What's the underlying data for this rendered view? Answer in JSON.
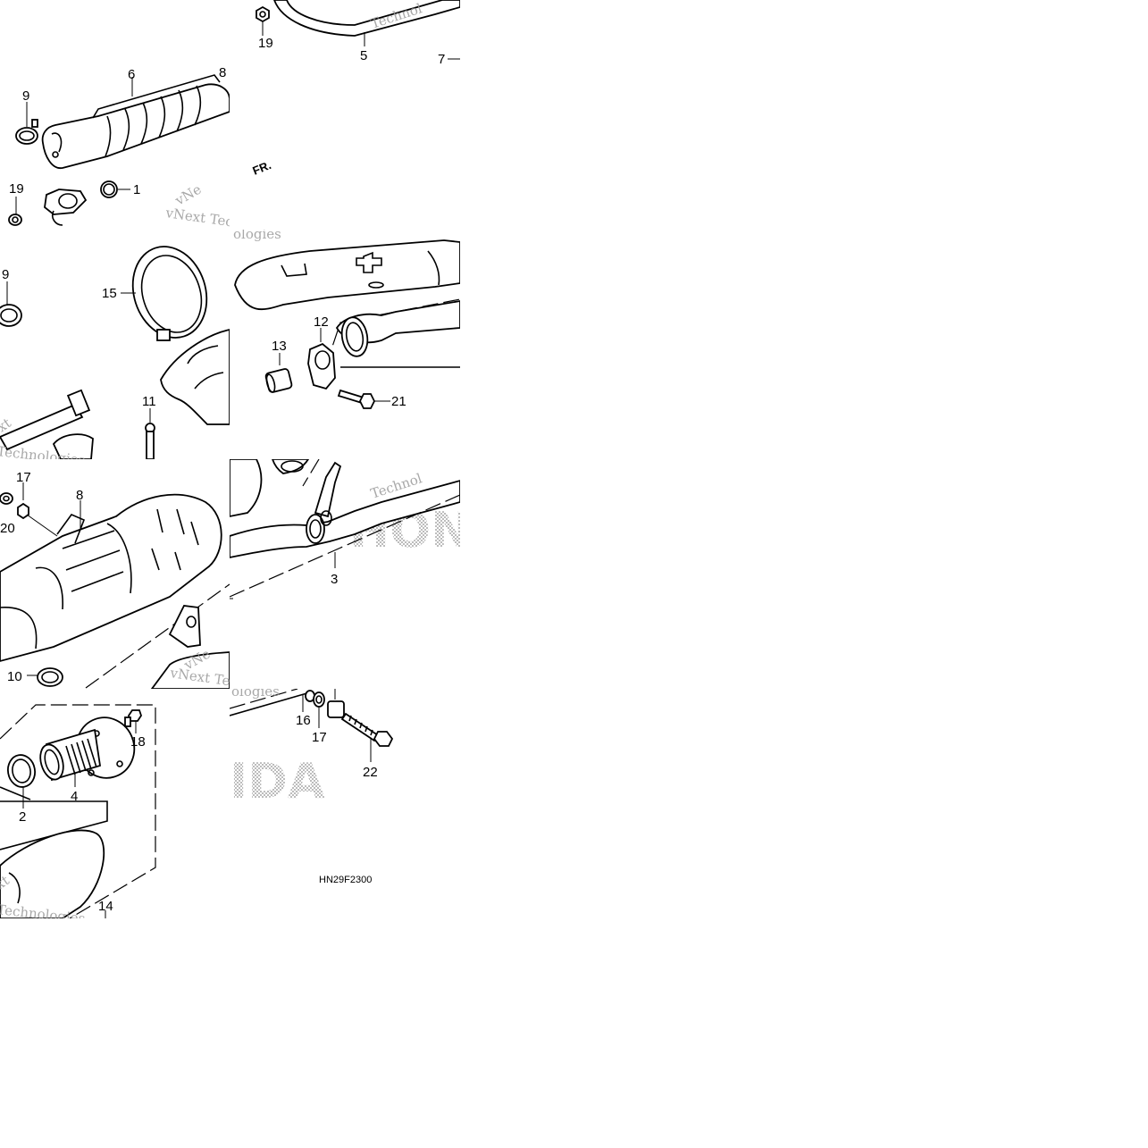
{
  "diagram": {
    "callouts": {
      "c19a": "19",
      "c5": "5",
      "c7": "7",
      "c6": "6",
      "c9a": "9",
      "c8a": "8",
      "c19b": "19",
      "c1": "1",
      "c9b": "9",
      "c15": "15",
      "c11": "11",
      "c12": "12",
      "c13": "13",
      "c21": "21",
      "c17a": "17",
      "c8b": "8",
      "c20": "20",
      "c10": "10",
      "c3": "3",
      "c18": "18",
      "c4": "4",
      "c2": "2",
      "c14": "14",
      "c16": "16",
      "c17b": "17",
      "c22": "22"
    },
    "direction_label": "FR.",
    "part_code": "HN29F2300",
    "watermarks": {
      "w1": "Technol",
      "w2": "vNext Tec",
      "w3": "vNe",
      "w4": "ologies",
      "w5": "ext",
      "w6": "Technologies",
      "w7": "vNext Tec",
      "w8": "vNe",
      "w9": "Technol",
      "w10": "ologies",
      "w11": "ext",
      "w12": "Technologies"
    },
    "brand_text": {
      "b1": "HON",
      "b2": "IDA"
    }
  }
}
